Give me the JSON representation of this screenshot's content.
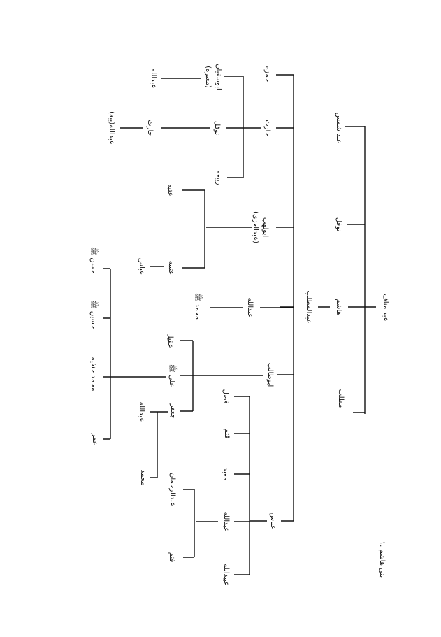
{
  "caption": "۱. بنی هاشم",
  "tree": {
    "abd_manaf": "عبد مناف",
    "abd_shams": "عبد شمس",
    "nawfal": "نوفل",
    "hashim": "هاشم",
    "muttalib": "مطلب",
    "abd_al_muttalib": "عبدالمطلب",
    "hamza": "حمزه",
    "harith": "حارث",
    "abu_lahab": "ابولهب",
    "abu_lahab_alias": "(عبدالعزی)",
    "abdullah": "عبدالله",
    "abu_talib": "ابوطالب",
    "abbas": "عباس",
    "abu_sufyan": "ابوسفیان",
    "abu_sufyan_alias": "(مغیره)",
    "abu_sufyan_son": "عبدالله",
    "harith_nawfal": "نوفل",
    "nawfal_harith": "حارث",
    "harith_abdullah": "عبدالله(ببه)",
    "rabia": "ربیعه",
    "utba": "عتبه",
    "utaiba": "عتیبه",
    "utaiba_abbas": "عباس",
    "muhammad": "محمد ﷺ",
    "aqil": "عقیل",
    "ali": "علی ﷺ",
    "jafar": "جعفر",
    "hasan": "حسن ﷺ",
    "husain": "حسین ﷺ",
    "muhammad_hanafiya": "محمد حنفیه",
    "umar": "عمر",
    "jafar_abdullah": "عبدالله",
    "jafar_muhammad": "محمد",
    "fadl": "فضل",
    "qutham": "قثم",
    "mabad": "معبد",
    "abbas_abdullah": "عبدالله",
    "ubaidullah": "عبیدالله",
    "abd_al_rahman": "عبدالرحمان",
    "abdullah_qutham": "قثم"
  }
}
